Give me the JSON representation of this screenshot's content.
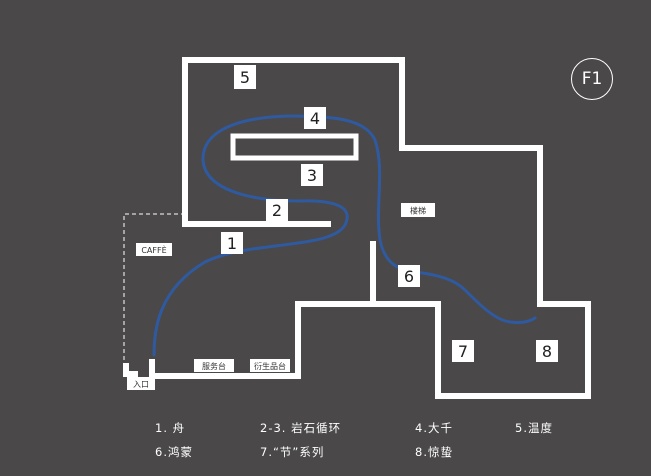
{
  "floor": "F1",
  "zones": [
    {
      "id": "zone-1",
      "number": "1"
    },
    {
      "id": "zone-2",
      "number": "2"
    },
    {
      "id": "zone-3",
      "number": "3"
    },
    {
      "id": "zone-4",
      "number": "4"
    },
    {
      "id": "zone-5",
      "number": "5"
    },
    {
      "id": "zone-6",
      "number": "6"
    },
    {
      "id": "zone-7",
      "number": "7"
    },
    {
      "id": "zone-8",
      "number": "8"
    }
  ],
  "labels": {
    "cafe": "CAFFÈ",
    "stairs": "楼梯",
    "entrance": "入口",
    "service_desk": "服务台",
    "shop": "衍生品台"
  },
  "legend": [
    "1. 舟",
    "2-3. 岩石循环",
    "4.大千",
    "5.温度",
    "6.鸿蒙",
    "7.“节”系列",
    "8.惊蛰"
  ],
  "colors": {
    "background": "#4a4849",
    "walls": "#ffffff",
    "route": "#2f5aa0"
  }
}
